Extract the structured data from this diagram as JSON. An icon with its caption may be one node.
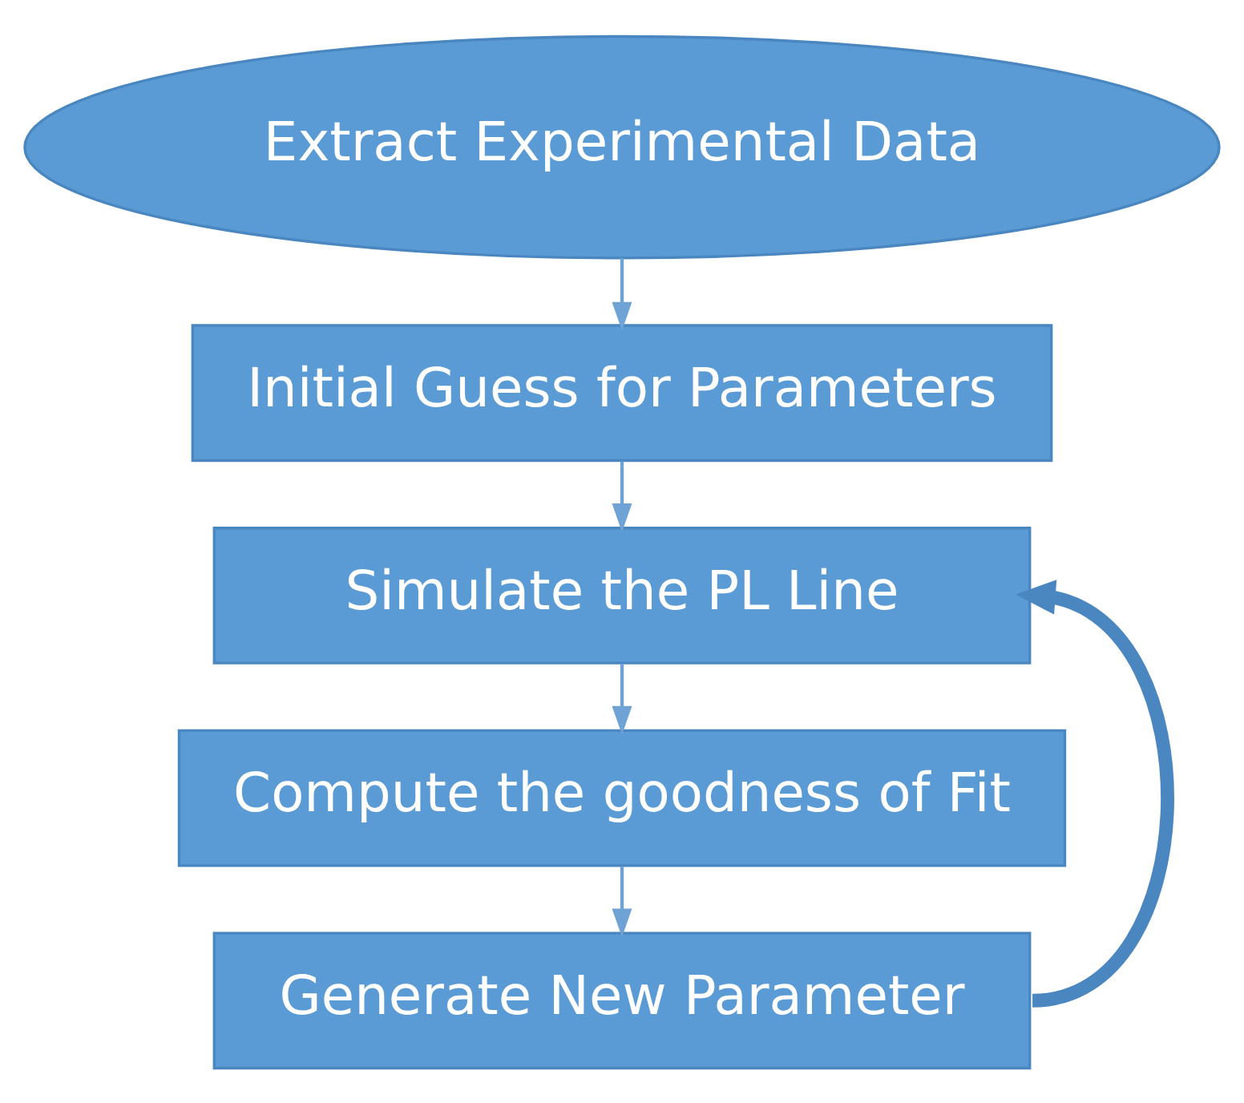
{
  "diagram": {
    "nodes": [
      {
        "text": [
          "Extract Experimental Data"
        ]
      },
      {
        "text": [
          "Initial Guess for Parameters"
        ]
      },
      {
        "text": [
          "Simulate the PL Line"
        ]
      },
      {
        "text": [
          "Compute the goodness of Fit"
        ]
      },
      {
        "text": [
          "Generate New Parameter"
        ]
      }
    ],
    "edges": [
      {
        "from": 0,
        "to": 1,
        "arrow": "to"
      },
      {
        "from": 1,
        "to": 2,
        "arrow": "to"
      },
      {
        "from": 2,
        "to": 3,
        "arrow": "to"
      },
      {
        "from": 3,
        "to": 4,
        "arrow": "to"
      },
      {
        "from": 4,
        "to": 2,
        "arrow": "to",
        "style": "thick"
      }
    ]
  }
}
